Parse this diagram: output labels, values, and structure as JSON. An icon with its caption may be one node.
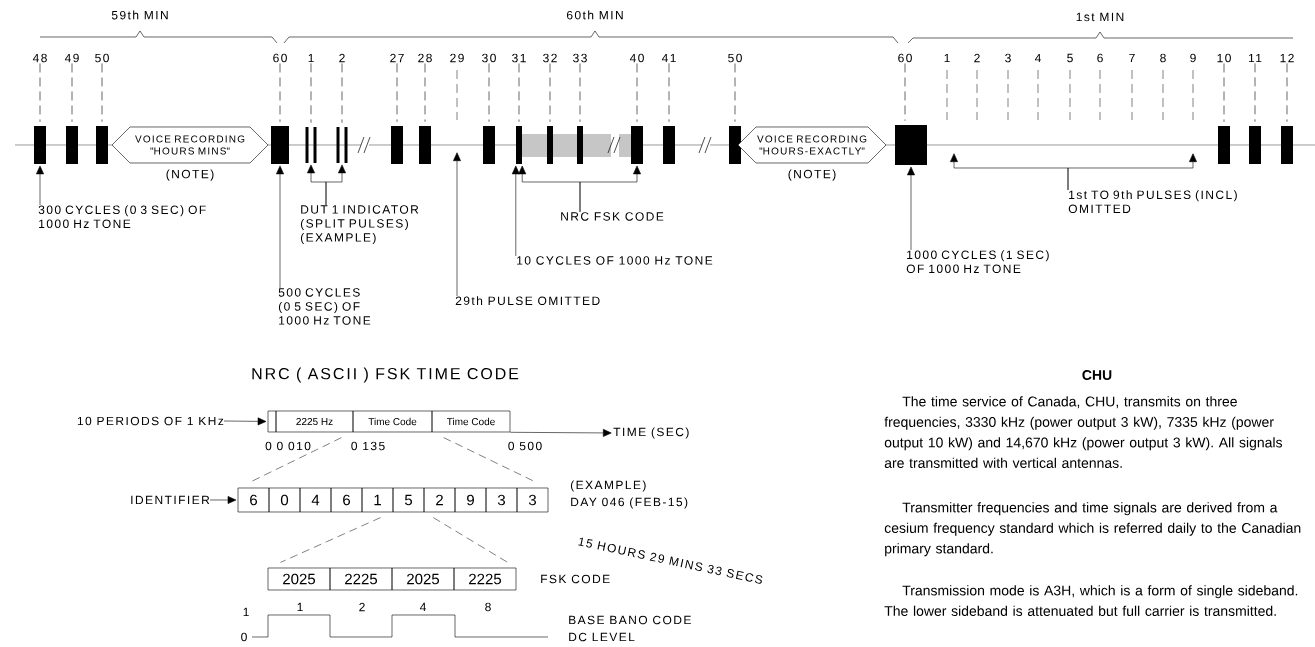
{
  "diagram": {
    "nodes": [
      {
        "text": [],
        "shape": "bar"
      },
      {
        "text": [],
        "shape": "bar"
      },
      {
        "text": [],
        "shape": "bar"
      },
      {
        "text": [
          "VOICE RECORDING \"HOURS MINS\""
        ],
        "beside": [
          "(NOTE)"
        ]
      },
      {
        "text": [],
        "shape": "bar"
      },
      {
        "text": [],
        "shape": "bar"
      },
      {
        "text": [],
        "shape": "bar"
      },
      {
        "text": [],
        "shape": "bar"
      },
      {
        "text": [],
        "shape": "bar"
      },
      {
        "text": [],
        "shape": "bar"
      },
      {
        "text": [],
        "shape": "bar"
      },
      {
        "text": [],
        "shape": "bar"
      },
      {
        "text": [],
        "shape": "bar"
      },
      {
        "text": [],
        "shape": "bar"
      },
      {
        "text": [],
        "shape": "bar"
      },
      {
        "text": [],
        "shape": "bar"
      },
      {
        "text": [
          "VOICE RECORDING \"HOURS-EXACTLY\""
        ],
        "beside": [
          "(NOTE)"
        ]
      },
      {
        "text": [],
        "shape": "bar"
      },
      {
        "text": [],
        "shape": "bar"
      },
      {
        "text": [],
        "shape": "bar"
      },
      {
        "text": [],
        "shape": "bar"
      },
      {
        "text": [
          "300 CYCLES (0 3 SEC) OF 1000 Hz TONE"
        ]
      },
      {
        "text": [
          "DUT 1 INDICATOR (SPLIT PULSES) (EXAMPLE)"
        ]
      },
      {
        "text": [
          "NRC FSK CODE"
        ]
      },
      {
        "text": [
          "1st TO 9th PULSES (INCL) OMITTED"
        ]
      },
      {
        "text": [
          "10 CYCLES OF 1000 Hz TONE"
        ]
      },
      {
        "text": [
          "1000 CYCLES (1 SEC) OF 1000 Hz TONE"
        ]
      },
      {
        "text": [
          "500 CYCLES (0 5 SEC) OF 1000 Hz TONE"
        ]
      },
      {
        "text": [
          "29th PULSE OMITTED"
        ]
      },
      {
        "text": [
          "10 PERIODS OF 1 KHz"
        ]
      },
      {
        "text": [],
        "shape": "box"
      },
      {
        "text": [
          "2225 Hz"
        ]
      },
      {
        "text": [
          "Time Code"
        ]
      },
      {
        "text": [
          "Time Code"
        ]
      },
      {
        "text": [
          "TIME (SEC)"
        ]
      },
      {
        "text": [
          "IDENTIFIER"
        ]
      },
      {
        "text": [
          "6"
        ]
      },
      {
        "text": [
          "0"
        ]
      },
      {
        "text": [
          "4"
        ]
      },
      {
        "text": [
          "6"
        ]
      },
      {
        "text": [
          "1"
        ]
      },
      {
        "text": [
          "5"
        ]
      },
      {
        "text": [
          "2"
        ]
      },
      {
        "text": [
          "9"
        ]
      },
      {
        "text": [
          "3"
        ]
      },
      {
        "text": [
          "3"
        ]
      },
      {
        "text": [
          "2025"
        ]
      },
      {
        "text": [
          "2225"
        ]
      },
      {
        "text": [
          "2025"
        ]
      },
      {
        "text": [
          "2225"
        ]
      },
      {
        "text": [
          "48"
        ]
      },
      {
        "text": [
          "49"
        ]
      },
      {
        "text": [
          "50"
        ]
      },
      {
        "text": [
          "60"
        ]
      },
      {
        "text": [
          "1"
        ]
      },
      {
        "text": [
          "2"
        ]
      },
      {
        "text": [
          "27"
        ]
      },
      {
        "text": [
          "28"
        ]
      },
      {
        "text": [
          "30"
        ]
      },
      {
        "text": [
          "31"
        ]
      },
      {
        "text": [
          "32"
        ]
      },
      {
        "text": [
          "33"
        ]
      },
      {
        "text": [
          "40"
        ]
      },
      {
        "text": [
          "41"
        ]
      },
      {
        "text": [
          "50"
        ]
      },
      {
        "text": [
          "60"
        ]
      },
      {
        "text": [
          "10"
        ]
      },
      {
        "text": [
          "11"
        ]
      },
      {
        "text": [
          "12"
        ]
      }
    ],
    "edges": [
      {
        "from": 21,
        "to": 0,
        "arrow": "to"
      },
      {
        "from": 22,
        "to": 5,
        "arrow": "to"
      },
      {
        "from": 22,
        "to": 6,
        "arrow": "to"
      },
      {
        "from": 27,
        "to": 4,
        "arrow": "to"
      },
      {
        "from": 28,
        "to": null,
        "arrow": "to"
      },
      {
        "from": 25,
        "to": 10,
        "arrow": "to"
      },
      {
        "from": 23,
        "to": 10,
        "arrow": "to"
      },
      {
        "from": 23,
        "to": 13,
        "arrow": "to"
      },
      {
        "from": 26,
        "to": 17,
        "arrow": "to"
      },
      {
        "from": 24,
        "to": null,
        "arrow": "to"
      },
      {
        "from": 24,
        "to": null,
        "arrow": "to"
      },
      {
        "from": 29,
        "to": 30,
        "arrow": "to"
      },
      {
        "from": 33,
        "to": 34,
        "arrow": "to"
      },
      {
        "from": 35,
        "to": 36,
        "arrow": "to"
      },
      {
        "from": 50,
        "to": 0,
        "arrow": "none",
        "style": "dashed"
      },
      {
        "from": 51,
        "to": 1,
        "arrow": "none",
        "style": "dashed"
      },
      {
        "from": 52,
        "to": 2,
        "arrow": "none",
        "style": "dashed"
      },
      {
        "from": 53,
        "to": 4,
        "arrow": "none",
        "style": "dashed"
      },
      {
        "from": 54,
        "to": 5,
        "arrow": "none",
        "style": "dashed"
      },
      {
        "from": 55,
        "to": 6,
        "arrow": "none",
        "style": "dashed"
      },
      {
        "from": 56,
        "to": 7,
        "arrow": "none",
        "style": "dashed"
      },
      {
        "from": 57,
        "to": 8,
        "arrow": "none",
        "style": "dashed"
      },
      {
        "from": 58,
        "to": 9,
        "arrow": "none",
        "style": "dashed"
      },
      {
        "from": 59,
        "to": 10,
        "arrow": "none",
        "style": "dashed"
      },
      {
        "from": 60,
        "to": 11,
        "arrow": "none",
        "style": "dashed"
      },
      {
        "from": 61,
        "to": 12,
        "arrow": "none",
        "style": "dashed"
      },
      {
        "from": 62,
        "to": 13,
        "arrow": "none",
        "style": "dashed"
      },
      {
        "from": 63,
        "to": 14,
        "arrow": "none",
        "style": "dashed"
      },
      {
        "from": 64,
        "to": 15,
        "arrow": "none",
        "style": "dashed"
      },
      {
        "from": 65,
        "to": 17,
        "arrow": "none",
        "style": "dashed"
      },
      {
        "from": 66,
        "to": 18,
        "arrow": "none",
        "style": "dashed"
      },
      {
        "from": 67,
        "to": 19,
        "arrow": "none",
        "style": "dashed"
      },
      {
        "from": 68,
        "to": 20,
        "arrow": "none",
        "style": "dashed"
      }
    ],
    "labels": [
      "59th MIN",
      "60th MIN",
      "1st MIN",
      "29",
      "1",
      "2",
      "3",
      "4",
      "5",
      "6",
      "7",
      "8",
      "9",
      "NRC ( ASCII ) FSK TIME CODE",
      "CHU",
      "0 0 010",
      "0 135",
      "0 500",
      "(EXAMPLE)",
      "DAY 046 (FEB-15)",
      "15 HOURS 29 MINS 33 SECS",
      "FSK CODE",
      "1",
      "2",
      "4",
      "8",
      "1",
      "0",
      "BASE BANO CODE",
      "DC LEVEL",
      "The time service of Canada, CHU, transmits on three frequencies, 3330 kHz (power output 3 kW), 7335 kHz (power output 10 kW) and 14,670 kHz (power output 3 kW). All signals are transmitted with vertical antennas.",
      "Transmitter frequencies and time signals are derived from a cesium frequency standard which is referred daily to the Canadian primary standard.",
      "Transmission mode is A3H, which is a form of single sideband. The lower sideband is attenuated but full carrier is transmitted."
    ]
  }
}
